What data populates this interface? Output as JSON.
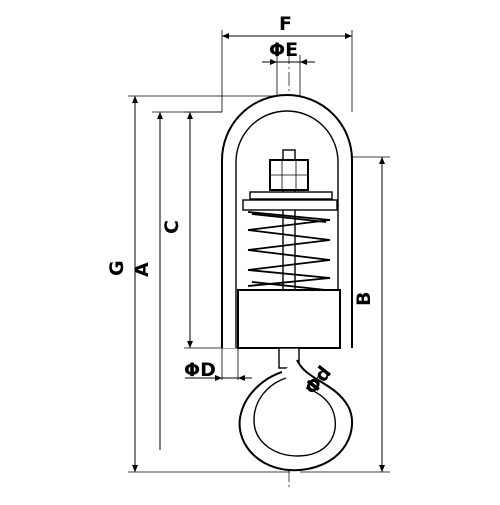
{
  "diagram": {
    "labels": {
      "F": "F",
      "phiE": "ΦE",
      "G": "G",
      "A": "A",
      "C": "C",
      "B": "B",
      "phiD": "ΦD",
      "phid": "Φd"
    }
  }
}
